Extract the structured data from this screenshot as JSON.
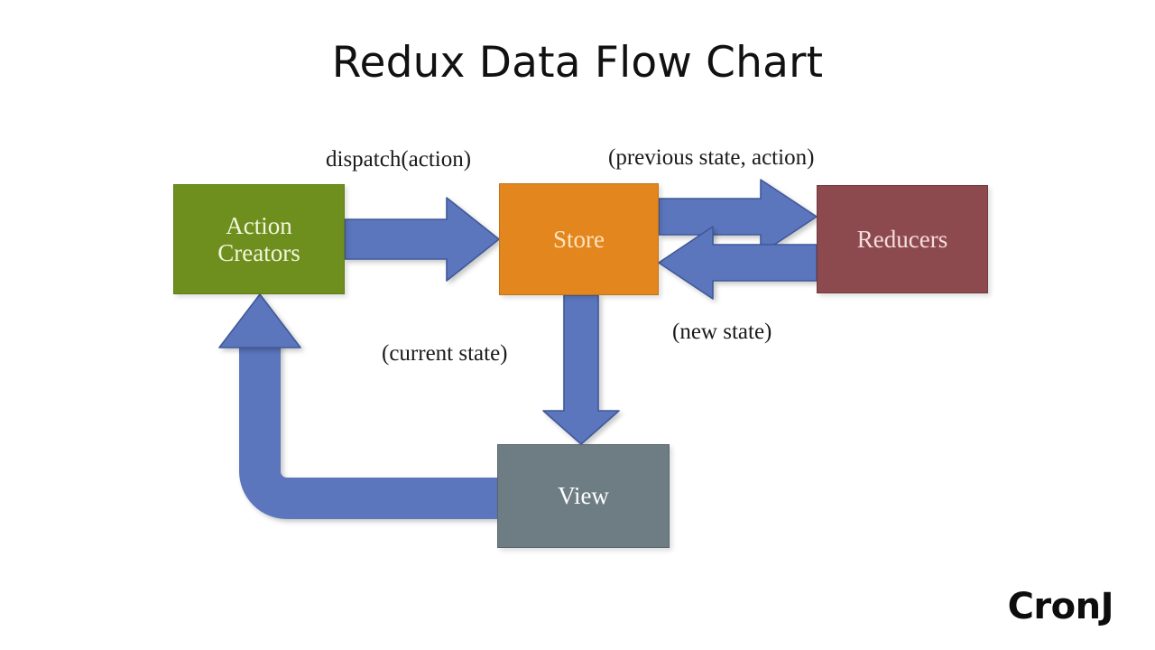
{
  "diagram": {
    "title": "Redux Data Flow Chart",
    "brand": "CronJ",
    "nodes": [
      {
        "id": "action-creators",
        "label": "Action\nCreators",
        "line1": "Action",
        "line2": "Creators",
        "color": "#6E8F1E",
        "text_color": "#F2F6DC"
      },
      {
        "id": "store",
        "label": "Store",
        "color": "#E2861D",
        "text_color": "#FDE3C0"
      },
      {
        "id": "reducers",
        "label": "Reducers",
        "color": "#8D4A4E",
        "text_color": "#F6DCDC"
      },
      {
        "id": "view",
        "label": "View",
        "color": "#6E7C84",
        "text_color": "#FFFFFF"
      }
    ],
    "edges": [
      {
        "id": "dispatch",
        "label": "dispatch(action)",
        "from": "action-creators",
        "to": "store",
        "direction": "right"
      },
      {
        "id": "prev-state",
        "label": "(previous state, action)",
        "from": "store",
        "to": "reducers",
        "direction": "right"
      },
      {
        "id": "new-state",
        "label": "(new state)",
        "from": "reducers",
        "to": "store",
        "direction": "left"
      },
      {
        "id": "current-state",
        "label": "(current state)",
        "from": "store",
        "to": "view",
        "direction": "down"
      },
      {
        "id": "view-feedback",
        "label": "",
        "from": "view",
        "to": "action-creators",
        "direction": "elbow-left-up"
      }
    ],
    "arrow_color": "#5B76BE",
    "arrow_border_color": "#3F5896",
    "background": "#FFFFFF"
  }
}
